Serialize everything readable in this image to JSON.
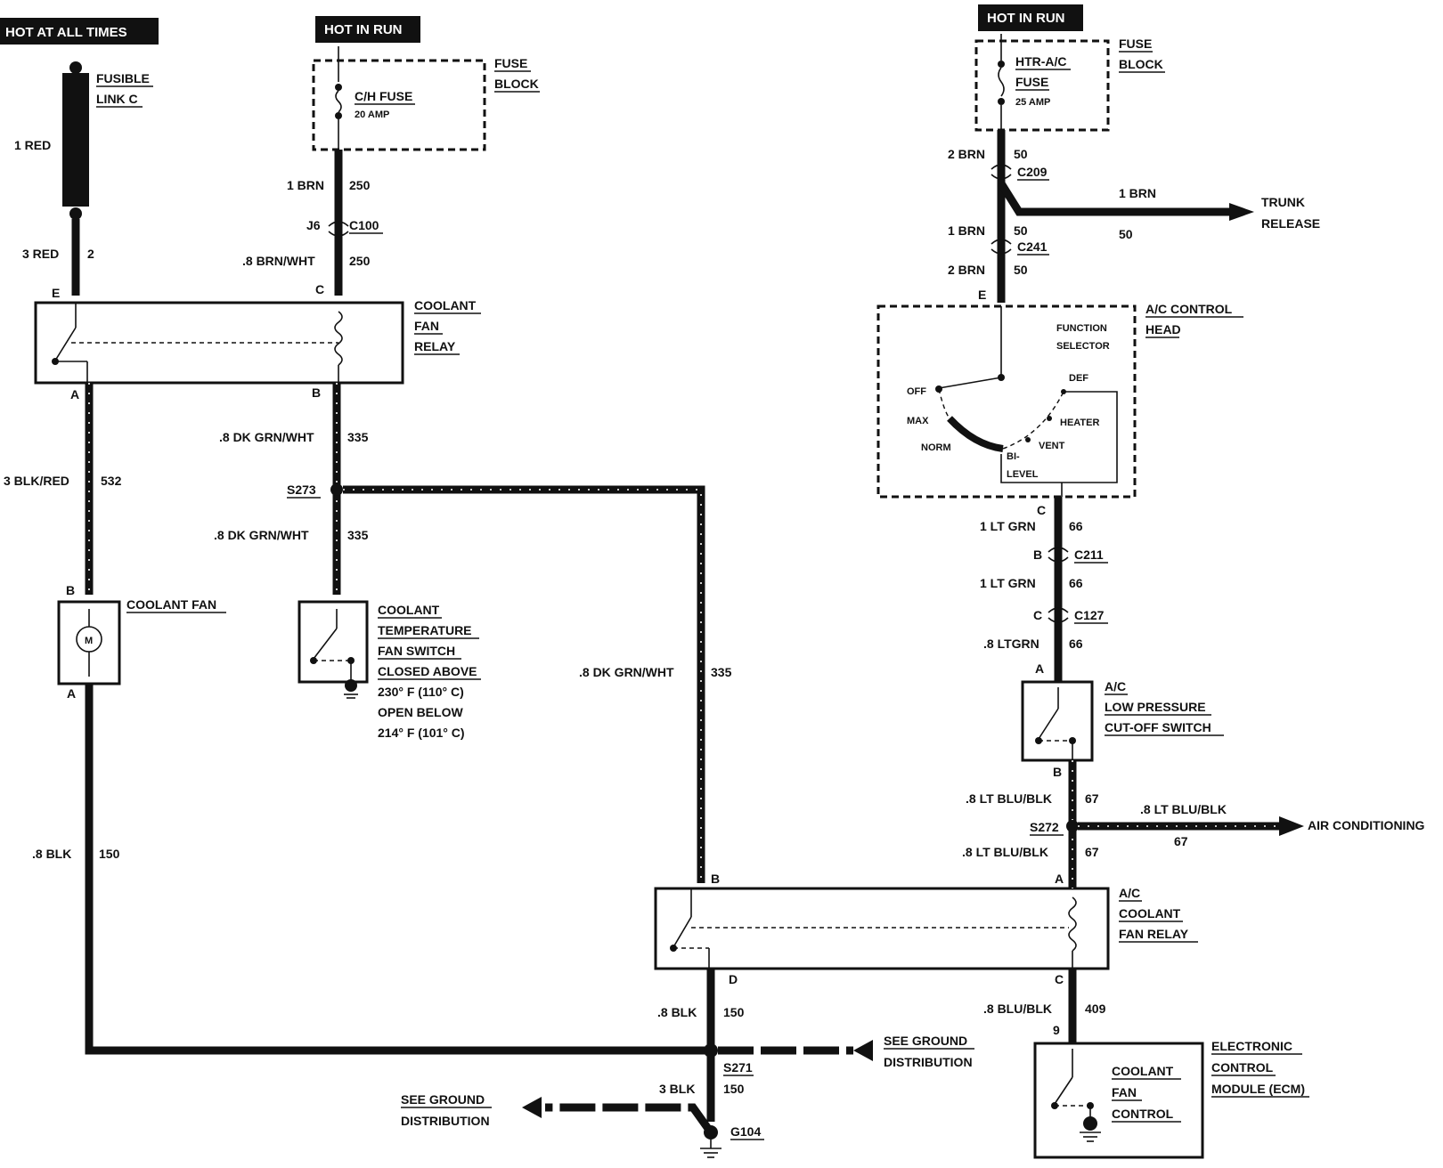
{
  "headers": {
    "hot_at_all_times": "HOT AT ALL TIMES",
    "hot_in_run_left": "HOT IN RUN",
    "hot_in_run_right": "HOT IN RUN"
  },
  "fusible_link": {
    "title_line1": "FUSIBLE",
    "title_line2": "LINK C",
    "wire_top": "1 RED",
    "wire_bottom": "3 RED",
    "circuit": "2"
  },
  "ch_fuse": {
    "name": "C/H FUSE",
    "rating": "20 AMP",
    "block_line1": "FUSE",
    "block_line2": "BLOCK",
    "wire": "1 BRN",
    "circuit": "250",
    "j_label": "J6",
    "connector": "C100",
    "wire2": ".8 BRN/WHT",
    "circuit2": "250"
  },
  "coolant_fan_relay": {
    "line1": "COOLANT",
    "line2": "FAN",
    "line3": "RELAY",
    "pin_e": "E",
    "pin_c": "C",
    "pin_a": "A",
    "pin_b": "B"
  },
  "left_wires": {
    "blk_red": "3 BLK/RED",
    "blk_red_circuit": "532",
    "dkgrn_upper": ".8 DK GRN/WHT",
    "dkgrn_upper_circuit": "335",
    "splice_s273": "S273",
    "dkgrn_lower": ".8 DK GRN/WHT",
    "dkgrn_lower_circuit": "335",
    "dkgrn_long": ".8 DK GRN/WHT",
    "dkgrn_long_circuit": "335",
    "blk": ".8 BLK",
    "blk_circuit": "150"
  },
  "coolant_fan": {
    "title": "COOLANT FAN",
    "pin_b": "B",
    "pin_a": "A",
    "motor": "M"
  },
  "temp_switch": {
    "line1": "COOLANT",
    "line2": "TEMPERATURE",
    "line3": "FAN SWITCH",
    "line4": "CLOSED ABOVE",
    "line5": "230° F (110° C)",
    "line6": "OPEN BELOW",
    "line7": "214° F (101° C)"
  },
  "ac_coolant_fan_relay": {
    "line1": "A/C",
    "line2": "COOLANT",
    "line3": "FAN RELAY",
    "pin_b": "B",
    "pin_a": "A",
    "pin_d": "D",
    "pin_c": "C"
  },
  "ground": {
    "blk_wire": ".8 BLK",
    "blk_circuit": "150",
    "see_ground_right_1": "SEE GROUND",
    "see_ground_right_2": "DISTRIBUTION",
    "splice_s271": "S271",
    "wire_3blk": "3 BLK",
    "circuit_150": "150",
    "see_ground_left_1": "SEE GROUND",
    "see_ground_left_2": "DISTRIBUTION",
    "ground_g104": "G104"
  },
  "htr_fuse": {
    "name_line1": "HTR-A/C",
    "name_line2": "FUSE",
    "rating": "25 AMP",
    "block_line1": "FUSE",
    "block_line2": "BLOCK",
    "wire1": "2 BRN",
    "circuit1": "50",
    "connector1": "C209",
    "trunk_wire": "1 BRN",
    "trunk_circuit": "50",
    "trunk_line1": "TRUNK",
    "trunk_line2": "RELEASE",
    "wire2": "1 BRN",
    "circuit2": "50",
    "connector2": "C241",
    "wire3": "2 BRN",
    "circuit3": "50",
    "pin_e": "E"
  },
  "ac_control_head": {
    "title_line1": "A/C CONTROL",
    "title_line2": "HEAD",
    "fs_line1": "FUNCTION",
    "fs_line2": "SELECTOR",
    "off": "OFF",
    "max": "MAX",
    "norm": "NORM",
    "bi": "BI-",
    "level": "LEVEL",
    "vent": "VENT",
    "heater": "HEATER",
    "def": "DEF"
  },
  "right_wires": {
    "pin_c": "C",
    "ltgrn1": "1 LT GRN",
    "c66_1": "66",
    "pin_b": "B",
    "conn_c211": "C211",
    "ltgrn2": "1 LT GRN",
    "c66_2": "66",
    "pin_c2": "C",
    "conn_c127": "C127",
    "ltgrn3": ".8 LTGRN",
    "c66_3": "66",
    "pin_a": "A"
  },
  "low_pressure_switch": {
    "line1": "A/C",
    "line2": "LOW PRESSURE",
    "line3": "CUT-OFF SWITCH",
    "pin_b": "B"
  },
  "lower_right_wires": {
    "ltblublk1": ".8 LT BLU/BLK",
    "c67_1": "67",
    "splice_s272": "S272",
    "ac_wire": ".8 LT BLU/BLK",
    "ac_circuit": "67",
    "air_conditioning": "AIR CONDITIONING",
    "ltblublk2": ".8 LT BLU/BLK",
    "c67_2": "67",
    "blublk": ".8 BLU/BLK",
    "c409": "409",
    "pin_9": "9"
  },
  "ecm": {
    "line1": "ELECTRONIC",
    "line2": "CONTROL",
    "line3": "MODULE (ECM)",
    "cfc1": "COOLANT",
    "cfc2": "FAN",
    "cfc3": "CONTROL"
  }
}
